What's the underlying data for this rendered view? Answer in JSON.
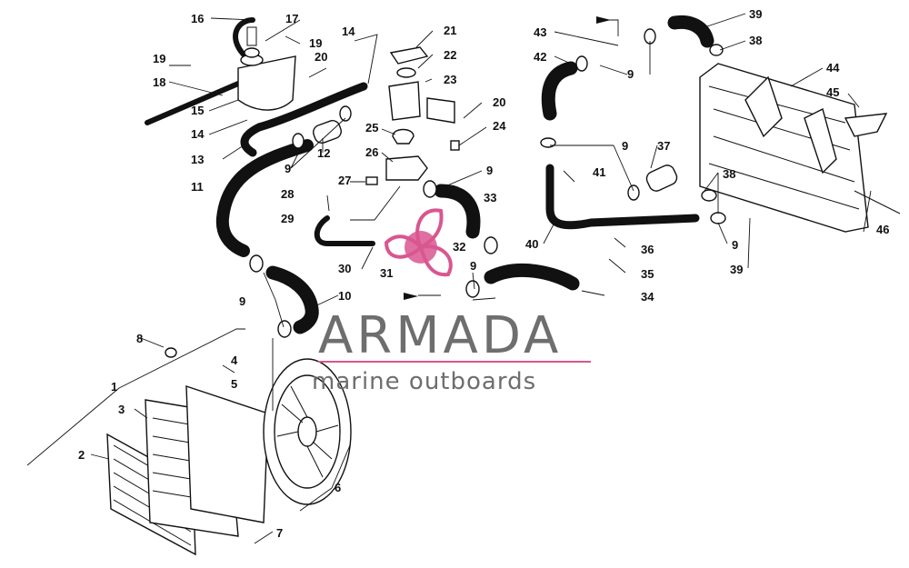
{
  "watermark": {
    "brand": "ARMADA",
    "tagline": "marine outboards",
    "logo_color": "#d9568f",
    "text_color": "#6e6e6e",
    "logo_label": "32"
  },
  "callouts": [
    "1",
    "2",
    "3",
    "4",
    "5",
    "6",
    "7",
    "8",
    "9",
    "9",
    "9",
    "9",
    "9",
    "9",
    "9",
    "9",
    "10",
    "11",
    "12",
    "13",
    "14",
    "14",
    "15",
    "16",
    "17",
    "18",
    "19",
    "19",
    "20",
    "20",
    "21",
    "22",
    "23",
    "24",
    "25",
    "26",
    "27",
    "28",
    "29",
    "30",
    "31",
    "33",
    "34",
    "35",
    "36",
    "37",
    "38",
    "38",
    "38",
    "39",
    "39",
    "40",
    "41",
    "42",
    "43",
    "44",
    "45",
    "46"
  ]
}
